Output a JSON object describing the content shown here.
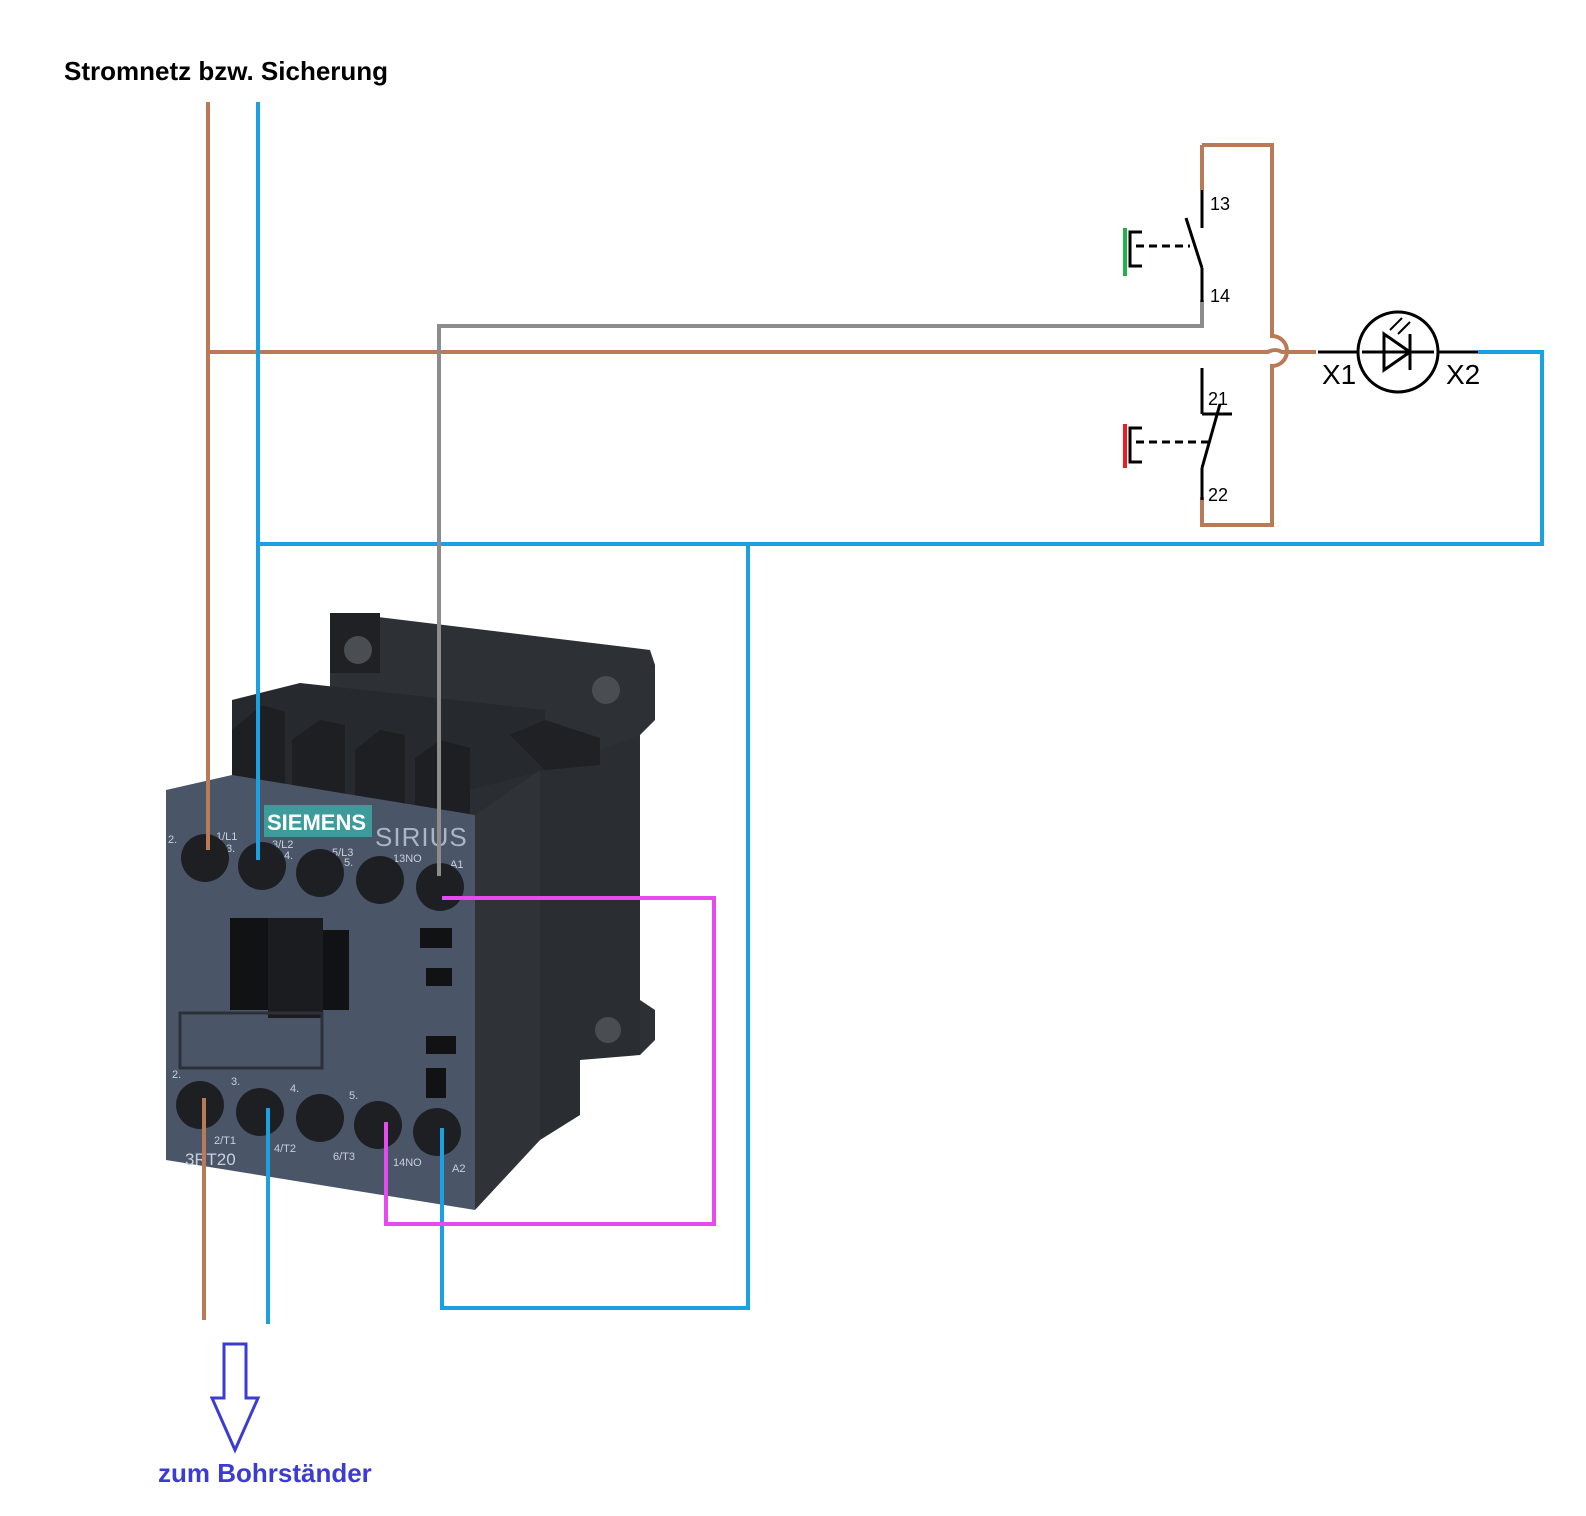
{
  "title": "Stromnetz bzw. Sicherung",
  "output_label": "zum Bohrständer",
  "colors": {
    "brown": "#b97a57",
    "blue": "#1ba1e2",
    "gray": "#8c8c8c",
    "magenta": "#e44cf0",
    "green": "#22b14c",
    "red": "#ed1c24",
    "arrow": "#3c3cd2",
    "contactor_body": "#4b5568",
    "contactor_dark": "#2a2d31"
  },
  "switches": {
    "start": {
      "terminal_top": "13",
      "terminal_bottom": "14",
      "type": "NO",
      "color": "green"
    },
    "stop": {
      "terminal_top": "21",
      "terminal_bottom": "22",
      "type": "NC",
      "color": "red"
    }
  },
  "indicator": {
    "terminal_left": "X1",
    "terminal_right": "X2",
    "icon": "led-icon"
  },
  "contactor": {
    "brand": "SIEMENS",
    "series": "SIRIUS",
    "model": "3RT20",
    "top_terminals": [
      "1/L1",
      "3/L2",
      "5/L3",
      "13NO",
      "A1"
    ],
    "top_numbers": [
      "2.",
      "3.",
      "4.",
      "5."
    ],
    "bottom_terminals": [
      "2/T1",
      "4/T2",
      "6/T3",
      "14NO",
      "A2"
    ],
    "bottom_numbers": [
      "2.",
      "3.",
      "4.",
      "5."
    ]
  }
}
